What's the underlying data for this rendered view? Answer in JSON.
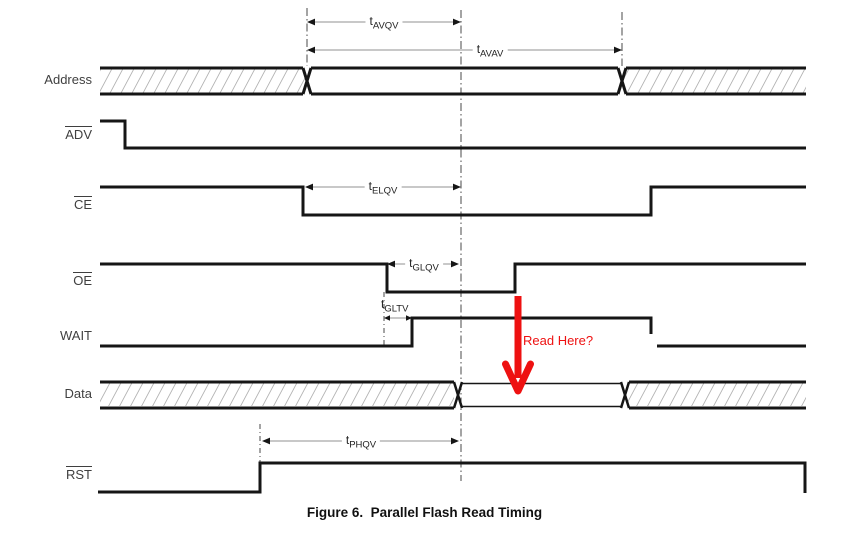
{
  "caption": "Figure 6.  Parallel Flash Read Timing",
  "signals": {
    "address": {
      "label": "Address",
      "overline": false
    },
    "adv": {
      "label": "ADV",
      "overline": true
    },
    "ce": {
      "label": "CE",
      "overline": true
    },
    "oe": {
      "label": "OE",
      "overline": true
    },
    "wait": {
      "label": "WAIT",
      "overline": false
    },
    "data": {
      "label": "Data",
      "overline": false
    },
    "rst": {
      "label": "RST",
      "overline": true
    }
  },
  "timings": {
    "avqv": {
      "prefix": "t",
      "sub": "AVQV"
    },
    "avav": {
      "prefix": "t",
      "sub": "AVAV"
    },
    "elqv": {
      "prefix": "t",
      "sub": "ELQV"
    },
    "glqv": {
      "prefix": "t",
      "sub": "GLQV"
    },
    "gltv": {
      "prefix": "t",
      "sub": "GLTV"
    },
    "phqv": {
      "prefix": "t",
      "sub": "PHQV"
    }
  },
  "annotation": {
    "text": "Read Here?"
  },
  "colors": {
    "signal": "#161616",
    "label": "#3f3f3f",
    "dimension_line": "#909090",
    "annotation_red": "#ee1111",
    "hatch": "#b3b3b3"
  }
}
